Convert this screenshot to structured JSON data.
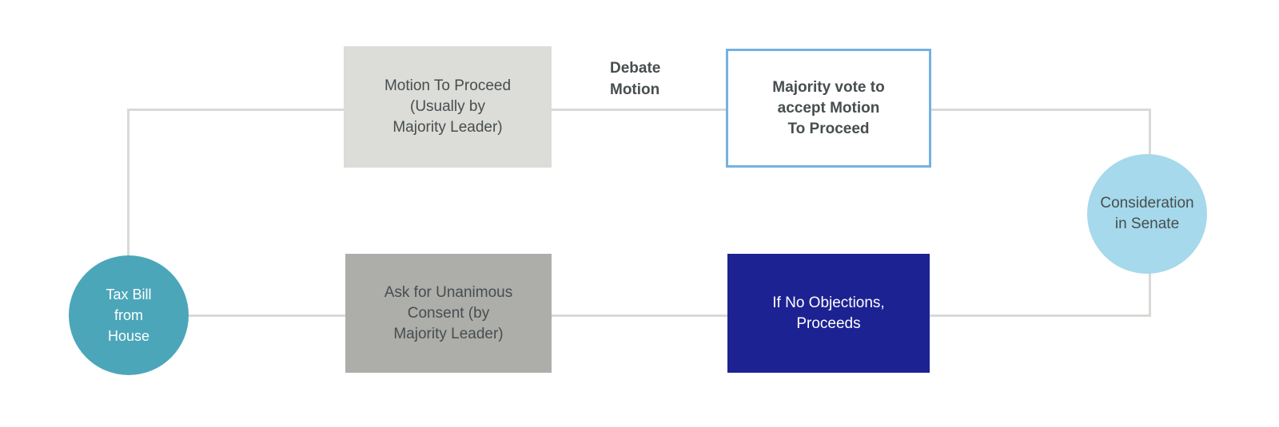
{
  "colors": {
    "teal": "#4CA6B9",
    "light_blue": "#A5D9EB",
    "light_gray": "#DCDCD8",
    "mid_gray": "#ADADAA",
    "dark_blue": "#1C2292",
    "blue_border": "#74B1E1",
    "line_gray": "#D9D9D6",
    "text_dark": "#474E4F",
    "text_white": "#FFFFFF"
  },
  "nodes": {
    "tax_bill": {
      "lines": [
        "Tax Bill",
        "from",
        "House"
      ]
    },
    "motion_to_proceed": {
      "lines": [
        "Motion To Proceed",
        "(Usually by",
        "Majority Leader)"
      ]
    },
    "debate_motion": {
      "lines": [
        "Debate",
        "Motion"
      ]
    },
    "majority_vote": {
      "lines": [
        "Majority vote to",
        "accept Motion",
        "To Proceed"
      ]
    },
    "unanimous_consent": {
      "lines": [
        "Ask for Unanimous",
        "Consent (by",
        "Majority Leader)"
      ]
    },
    "no_objections": {
      "lines": [
        "If No Objections,",
        "Proceeds"
      ]
    },
    "consideration": {
      "lines": [
        "Consideration",
        "in Senate"
      ]
    }
  }
}
